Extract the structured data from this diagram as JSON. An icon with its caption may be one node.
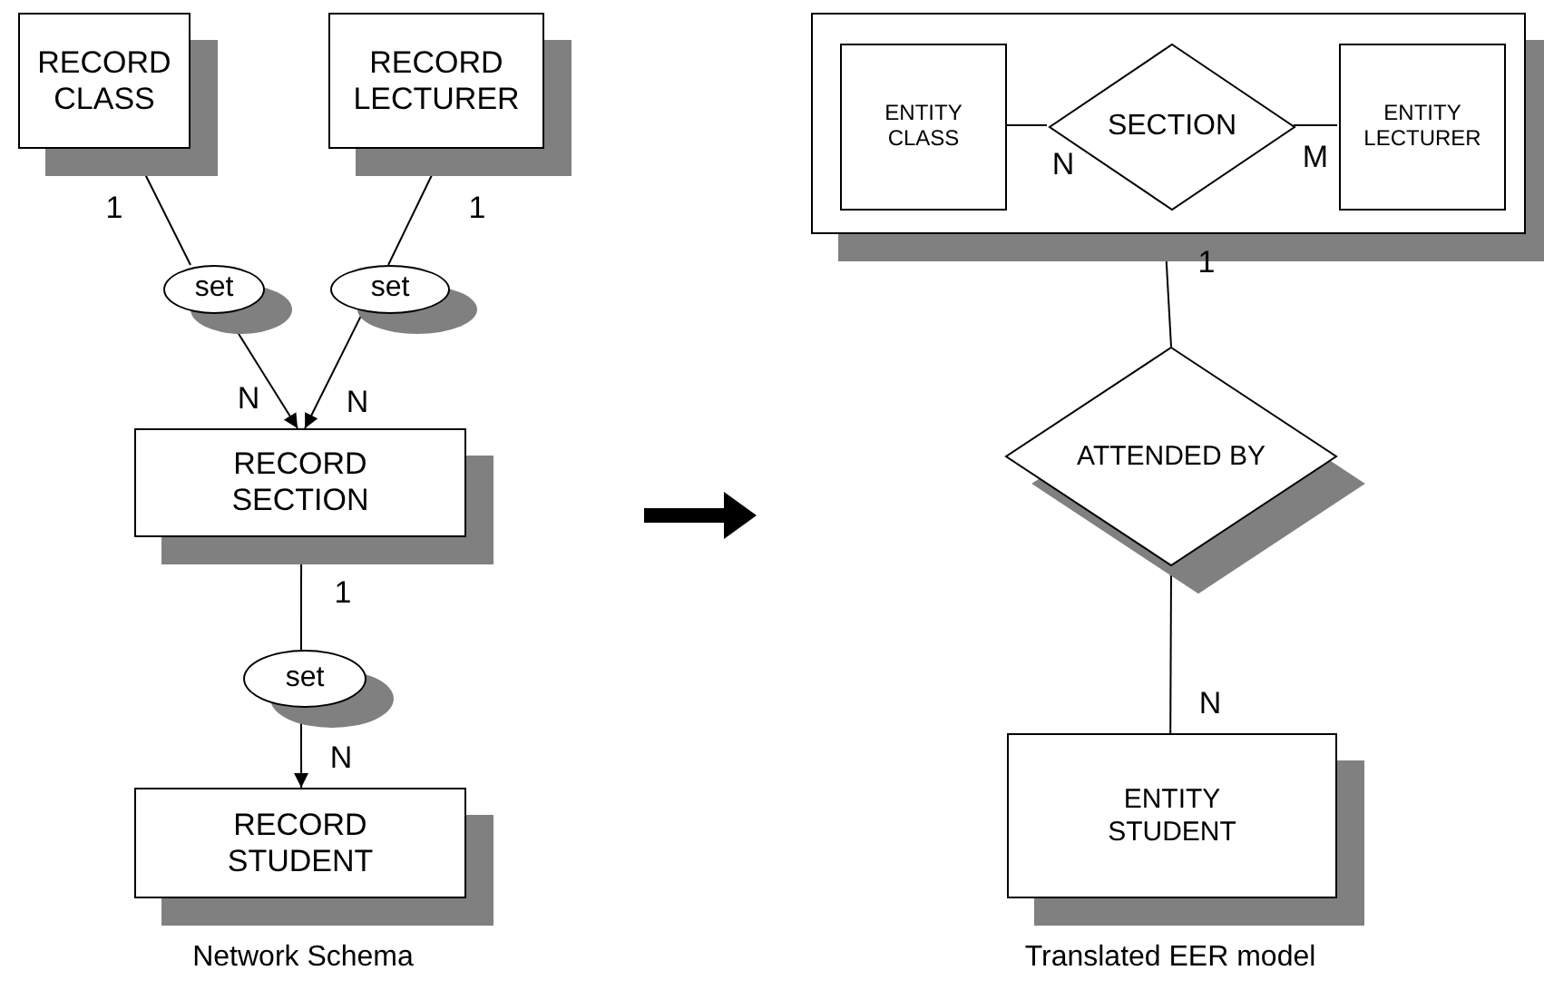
{
  "diagram": {
    "nodes": [
      {
        "text": [
          "RECORD CLASS"
        ]
      },
      {
        "text": [
          "RECORD LECTURER"
        ]
      },
      {
        "text": [
          "set"
        ]
      },
      {
        "text": [
          "set"
        ]
      },
      {
        "text": [
          "RECORD SECTION"
        ]
      },
      {
        "text": [
          "set"
        ]
      },
      {
        "text": [
          "RECORD STUDENT"
        ]
      },
      {
        "text": [],
        "shape": "box"
      },
      {
        "text": [
          "ENTITY CLASS"
        ],
        "in": 7
      },
      {
        "text": [
          "SECTION"
        ],
        "in": 7
      },
      {
        "text": [
          "ENTITY LECTURER"
        ],
        "in": 7
      },
      {
        "text": [
          "ATTENDED BY"
        ]
      },
      {
        "text": [
          "ENTITY STUDENT"
        ]
      }
    ],
    "edges": [
      {
        "from": 0,
        "to": 2,
        "arrow": "none",
        "label": "1"
      },
      {
        "from": 2,
        "to": 4,
        "arrow": "to",
        "label": "N"
      },
      {
        "from": 1,
        "to": 3,
        "arrow": "none",
        "label": "1"
      },
      {
        "from": 3,
        "to": 4,
        "arrow": "to",
        "label": "N"
      },
      {
        "from": 4,
        "to": 5,
        "arrow": "none",
        "label": "1"
      },
      {
        "from": 5,
        "to": 6,
        "arrow": "to",
        "label": "N"
      },
      {
        "from": 8,
        "to": 9,
        "arrow": "none",
        "label": "N"
      },
      {
        "from": 9,
        "to": 10,
        "arrow": "none",
        "label": "M"
      },
      {
        "from": 7,
        "to": 11,
        "arrow": "none",
        "label": "1"
      },
      {
        "from": 11,
        "to": 12,
        "arrow": "none",
        "label": "N"
      }
    ],
    "labels": [
      "Network Schema",
      "Translated EER model"
    ]
  }
}
